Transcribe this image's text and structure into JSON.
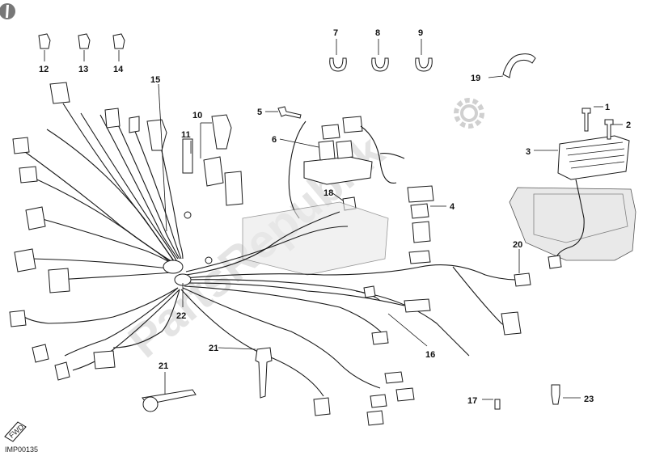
{
  "diagram": {
    "code": "IMP00135",
    "watermark": "PartsRepublik",
    "badge": "FWD",
    "callouts": [
      {
        "id": "c1",
        "label": "1"
      },
      {
        "id": "c2",
        "label": "2"
      },
      {
        "id": "c3",
        "label": "3"
      },
      {
        "id": "c4",
        "label": "4"
      },
      {
        "id": "c5",
        "label": "5"
      },
      {
        "id": "c6",
        "label": "6"
      },
      {
        "id": "c7",
        "label": "7"
      },
      {
        "id": "c8",
        "label": "8"
      },
      {
        "id": "c9",
        "label": "9"
      },
      {
        "id": "c10",
        "label": "10"
      },
      {
        "id": "c11",
        "label": "11"
      },
      {
        "id": "c12",
        "label": "12"
      },
      {
        "id": "c13",
        "label": "13"
      },
      {
        "id": "c14",
        "label": "14"
      },
      {
        "id": "c15",
        "label": "15"
      },
      {
        "id": "c16",
        "label": "16"
      },
      {
        "id": "c17",
        "label": "17"
      },
      {
        "id": "c18",
        "label": "18"
      },
      {
        "id": "c19",
        "label": "19"
      },
      {
        "id": "c20",
        "label": "20"
      },
      {
        "id": "c21",
        "label": "21"
      },
      {
        "id": "c22",
        "label": "22"
      },
      {
        "id": "c23",
        "label": "23"
      }
    ]
  }
}
